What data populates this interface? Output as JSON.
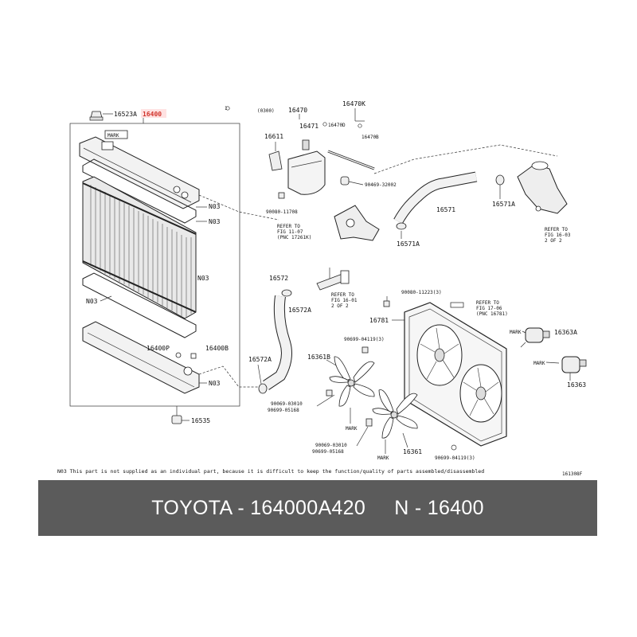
{
  "diagram": {
    "part_labels": {
      "p16523A": "16523A",
      "p16400_hl": "16400",
      "mark_radiator": "MARK",
      "n03_a": "N03",
      "n03_b": "N03",
      "n03_c": "N03",
      "n03_d": "N03",
      "n03_e": "N03",
      "p16400P": "16400P",
      "p16400B": "16400B",
      "p16535": "16535",
      "p0300": "(0300)",
      "p1": "1",
      "p16470": "16470",
      "p16471": "16471",
      "p16470K": "16470K",
      "p16470D": "16470D",
      "p16470B": "16470B",
      "p16611": "16611",
      "p90469_32002": "90469-32002",
      "p90080_11708": "90080-11708",
      "p16571": "16571",
      "p16571A": "16571A",
      "p16571A_b": "16571A",
      "p16572": "16572",
      "p16572A": "16572A",
      "p16572A_b": "16572A",
      "p90080_11223": "90080-11223(3)",
      "p16781": "16781",
      "p90699_04119": "90699-04119(3)",
      "p16361B": "16361B",
      "p90069_03010_a": "90069-03010",
      "p90699_05168_a": "90699-05168",
      "mark_fan_a": "MARK",
      "p90069_03010_b": "90069-03010",
      "p90699_05168_b": "90699-05168",
      "mark_fan_b": "MARK",
      "p16361": "16361",
      "p90699_04119_b": "90699-04119(3)",
      "mark_motor_a": "MARK",
      "p16363A": "16363A",
      "mark_motor_b": "MARK",
      "p16363": "16363",
      "ref_a1": "REFER TO",
      "ref_a2": "FIG 11-07",
      "ref_a3": "(PNC 17261K)",
      "ref_b1": "REFER TO",
      "ref_b2": "FIG 16-03",
      "ref_b3": "2 OF 2",
      "ref_c1": "REFER TO",
      "ref_c2": "FIG 16-01",
      "ref_c3": "2 OF 2",
      "ref_d1": "REFER TO",
      "ref_d2": "FIG 17-06",
      "ref_d3": "(PNC 16781)",
      "fig_id": "161308F"
    },
    "footnote": "N03 This part is not supplied as an individual part, because it is difficult to keep the function/quality of parts assembled/disassembled"
  },
  "banner": {
    "text_left": "TOYOTA - 164000A420",
    "text_right": "N - 16400"
  }
}
